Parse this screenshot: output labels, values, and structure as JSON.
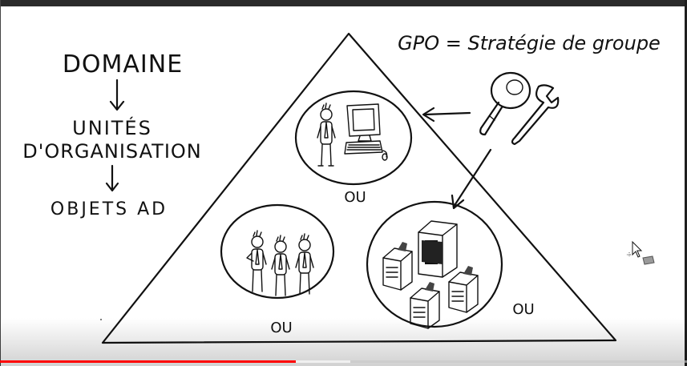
{
  "hierarchy": {
    "domaine": "DOMAINE",
    "unites_line1": "UNITÉS",
    "unites_line2": "D'ORGANISATION",
    "objets": "OBJETS AD"
  },
  "gpo_title": "GPO = Stratégie de groupe",
  "ou_labels": [
    "OU",
    "OU",
    "OU"
  ],
  "player": {
    "progress": 0.43,
    "progress_color": "#ff0000"
  }
}
